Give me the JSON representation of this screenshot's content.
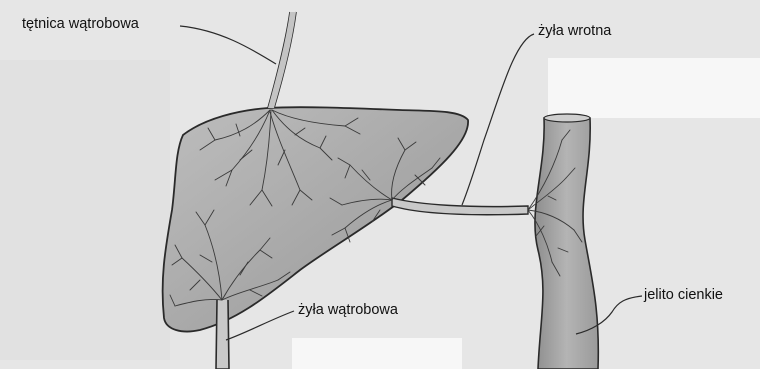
{
  "labels": {
    "hepatic_artery": "tętnica wątrobowa",
    "portal_vein": "żyła wrotna",
    "hepatic_vein": "żyła wątrobowa",
    "small_intestine": "jelito cienkie"
  },
  "colors": {
    "background": "#ececec",
    "organ_fill": "#a9a9a9",
    "outline": "#2a2a2a",
    "vessel": "#3a3a3a"
  }
}
